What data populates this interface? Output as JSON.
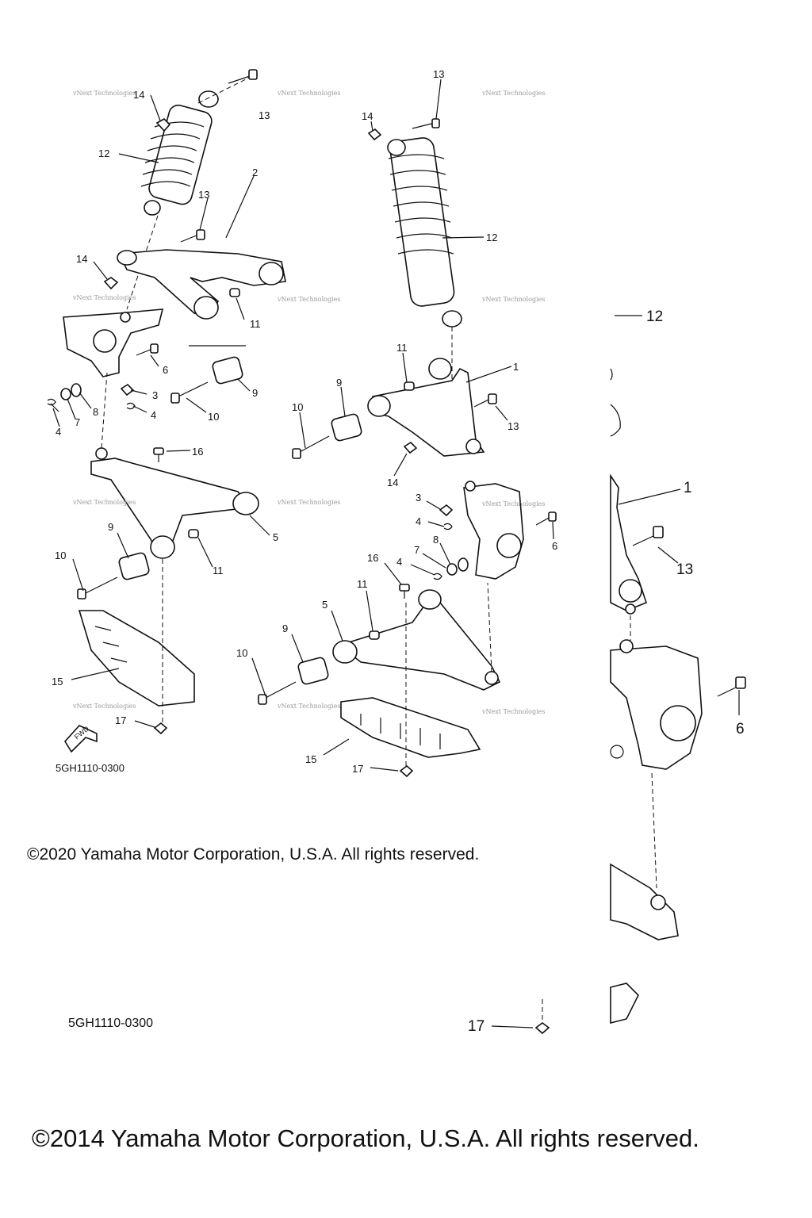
{
  "diagram": {
    "catalog_code_small": "5GH1110-0300",
    "catalog_code_large": "5GH1110-0300",
    "copyright_small": "©2020 Yamaha Motor Corporation, U.S.A. All rights reserved.",
    "copyright_large": "©2014 Yamaha Motor Corporation, U.S.A. All rights reserved.",
    "watermark": "vNext Technologies",
    "fwd_label": "FWD",
    "callouts": {
      "c1a": "1",
      "c1b": "1",
      "c2": "2",
      "c3a": "3",
      "c3b": "3",
      "c4a": "4",
      "c4b": "4",
      "c4c": "4",
      "c4d": "4",
      "c5a": "5",
      "c5b": "5",
      "c6a": "6",
      "c6b": "6",
      "c6c": "6",
      "c7a": "7",
      "c7b": "7",
      "c8a": "8",
      "c8b": "8",
      "c9a": "9",
      "c9b": "9",
      "c9c": "9",
      "c9d": "9",
      "c10a": "10",
      "c10b": "10",
      "c10c": "10",
      "c10d": "10",
      "c11a": "11",
      "c11b": "11",
      "c11c": "11",
      "c11d": "11",
      "c12a": "12",
      "c12b": "12",
      "c12c": "12",
      "c13a": "13",
      "c13b": "13",
      "c13c": "13",
      "c13d": "13",
      "c13e": "13",
      "c14a": "14",
      "c14b": "14",
      "c14c": "14",
      "c14d": "14",
      "c15a": "15",
      "c15b": "15",
      "c16a": "16",
      "c16b": "16",
      "c17a": "17",
      "c17b": "17",
      "c17c": "17"
    }
  }
}
